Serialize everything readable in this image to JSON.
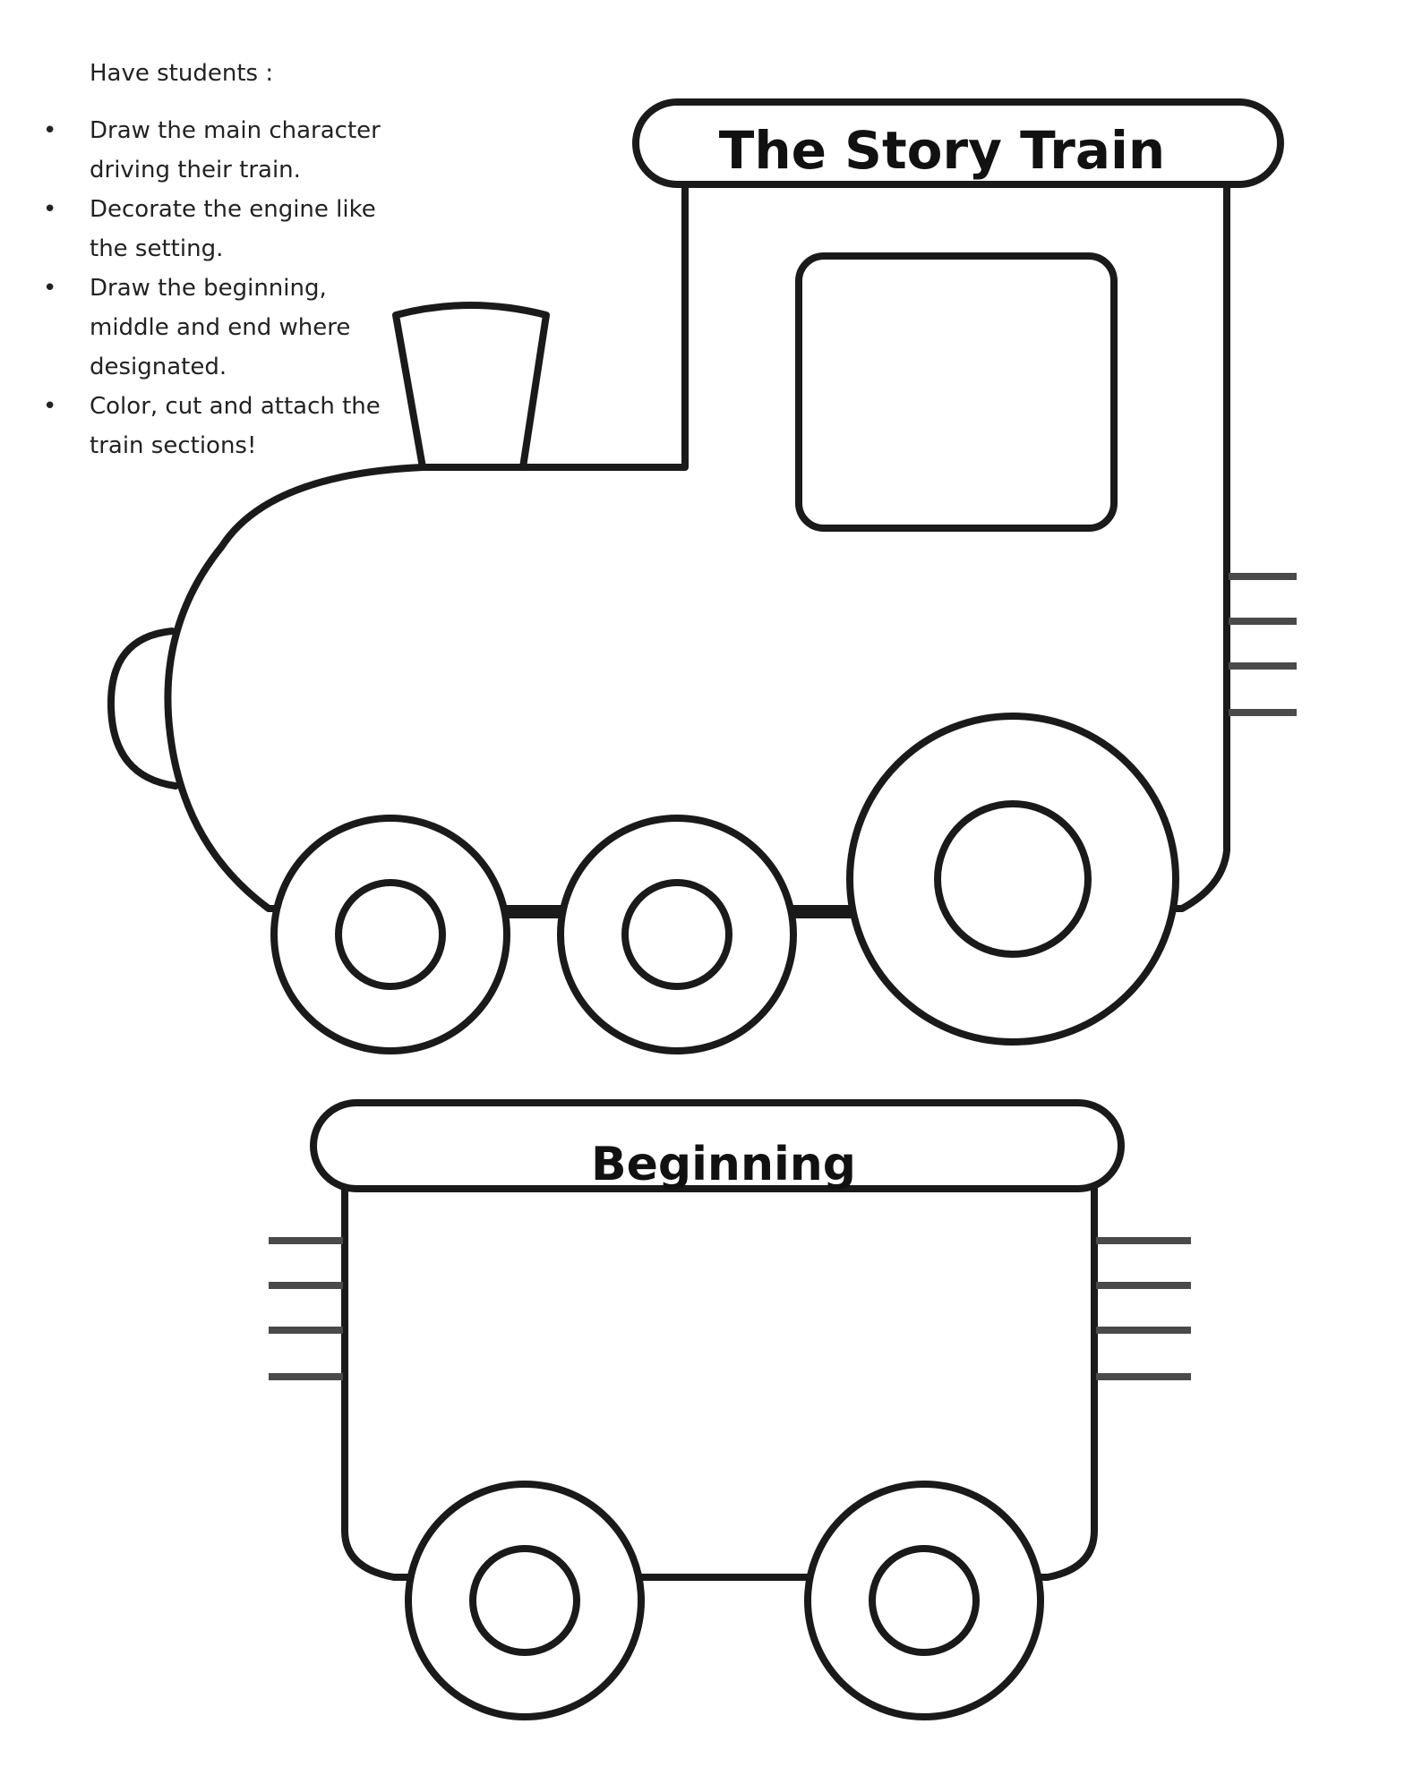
{
  "instructions": {
    "intro": "Have students :",
    "items": [
      "Draw the main character driving their train.",
      "Decorate the engine like the setting.",
      "Draw the beginning, middle and end where designated.",
      "Color, cut and attach the train sections!"
    ]
  },
  "engine": {
    "title": "The Story Train"
  },
  "car": {
    "title": "Beginning"
  },
  "colors": {
    "line": "#1a1a1a",
    "background": "#ffffff"
  }
}
